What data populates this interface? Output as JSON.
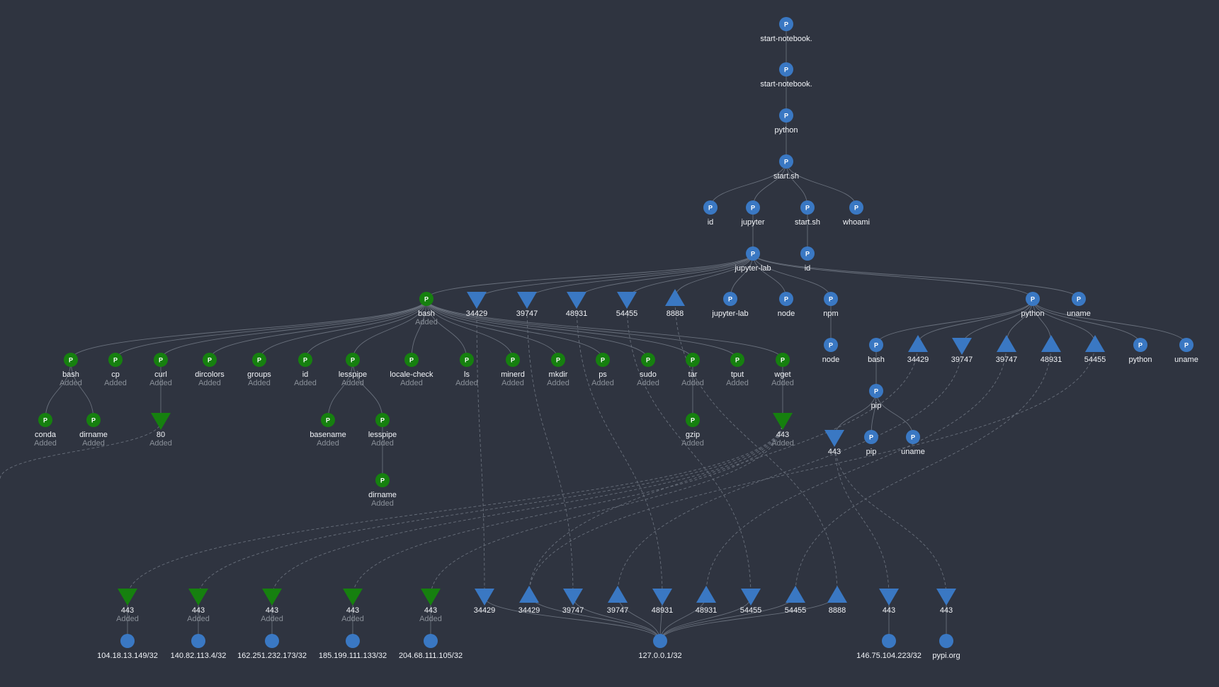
{
  "colors": {
    "background": "#2f3440",
    "existing": "#3a78c3",
    "added": "#16800f",
    "edge": "#69707c",
    "text": "#f2f4f8",
    "status_text": "#8a9099"
  },
  "graph": {
    "nodes": [
      {
        "id": "n1",
        "type": "process",
        "label": "start-notebook.",
        "status": ""
      },
      {
        "id": "n2",
        "type": "process",
        "label": "start-notebook.",
        "status": ""
      },
      {
        "id": "n3",
        "type": "process",
        "label": "python",
        "status": ""
      },
      {
        "id": "n4",
        "type": "process",
        "label": "start.sh",
        "status": ""
      },
      {
        "id": "n5",
        "type": "process",
        "label": "id",
        "status": ""
      },
      {
        "id": "n6",
        "type": "process",
        "label": "jupyter",
        "status": ""
      },
      {
        "id": "n7",
        "type": "process",
        "label": "start.sh",
        "status": ""
      },
      {
        "id": "n8",
        "type": "process",
        "label": "whoami",
        "status": ""
      },
      {
        "id": "n9",
        "type": "process",
        "label": "jupyter-lab",
        "status": ""
      },
      {
        "id": "n10",
        "type": "process",
        "label": "id",
        "status": ""
      },
      {
        "id": "n11",
        "type": "process",
        "label": "bash",
        "status": "Added"
      },
      {
        "id": "n12",
        "type": "port-out",
        "label": "34429",
        "status": ""
      },
      {
        "id": "n13",
        "type": "port-out",
        "label": "39747",
        "status": ""
      },
      {
        "id": "n14",
        "type": "port-out",
        "label": "48931",
        "status": ""
      },
      {
        "id": "n15",
        "type": "port-out",
        "label": "54455",
        "status": ""
      },
      {
        "id": "n16",
        "type": "port-in",
        "label": "8888",
        "status": ""
      },
      {
        "id": "n17",
        "type": "process",
        "label": "jupyter-lab",
        "status": ""
      },
      {
        "id": "n18",
        "type": "process",
        "label": "node",
        "status": ""
      },
      {
        "id": "n19",
        "type": "process",
        "label": "npm",
        "status": ""
      },
      {
        "id": "n20",
        "type": "process",
        "label": "python",
        "status": ""
      },
      {
        "id": "n21",
        "type": "process",
        "label": "uname",
        "status": ""
      },
      {
        "id": "n22",
        "type": "process",
        "label": "bash",
        "status": "Added"
      },
      {
        "id": "n23",
        "type": "process",
        "label": "cp",
        "status": "Added"
      },
      {
        "id": "n24",
        "type": "process",
        "label": "curl",
        "status": "Added"
      },
      {
        "id": "n25",
        "type": "process",
        "label": "dircolors",
        "status": "Added"
      },
      {
        "id": "n26",
        "type": "process",
        "label": "groups",
        "status": "Added"
      },
      {
        "id": "n27",
        "type": "process",
        "label": "id",
        "status": "Added"
      },
      {
        "id": "n28",
        "type": "process",
        "label": "lesspipe",
        "status": "Added"
      },
      {
        "id": "n29",
        "type": "process",
        "label": "locale-check",
        "status": "Added"
      },
      {
        "id": "n30",
        "type": "process",
        "label": "ls",
        "status": "Added"
      },
      {
        "id": "n31",
        "type": "process",
        "label": "minerd",
        "status": "Added"
      },
      {
        "id": "n32",
        "type": "process",
        "label": "mkdir",
        "status": "Added"
      },
      {
        "id": "n33",
        "type": "process",
        "label": "ps",
        "status": "Added"
      },
      {
        "id": "n34",
        "type": "process",
        "label": "sudo",
        "status": "Added"
      },
      {
        "id": "n35",
        "type": "process",
        "label": "tar",
        "status": "Added"
      },
      {
        "id": "n36",
        "type": "process",
        "label": "tput",
        "status": "Added"
      },
      {
        "id": "n37",
        "type": "process",
        "label": "wget",
        "status": "Added"
      },
      {
        "id": "n38",
        "type": "process",
        "label": "node",
        "status": ""
      },
      {
        "id": "n39",
        "type": "process",
        "label": "bash",
        "status": ""
      },
      {
        "id": "n40",
        "type": "port-in",
        "label": "34429",
        "status": ""
      },
      {
        "id": "n41",
        "type": "port-out",
        "label": "39747",
        "status": ""
      },
      {
        "id": "n42",
        "type": "port-in",
        "label": "39747",
        "status": ""
      },
      {
        "id": "n43",
        "type": "port-in",
        "label": "48931",
        "status": ""
      },
      {
        "id": "n44",
        "type": "port-in",
        "label": "54455",
        "status": ""
      },
      {
        "id": "n45",
        "type": "process",
        "label": "python",
        "status": ""
      },
      {
        "id": "n46",
        "type": "process",
        "label": "uname",
        "status": ""
      },
      {
        "id": "n47",
        "type": "process",
        "label": "conda",
        "status": "Added"
      },
      {
        "id": "n48",
        "type": "process",
        "label": "dirname",
        "status": "Added"
      },
      {
        "id": "n49",
        "type": "port-out",
        "label": "80",
        "status": "Added"
      },
      {
        "id": "n50",
        "type": "process",
        "label": "basename",
        "status": "Added"
      },
      {
        "id": "n51",
        "type": "process",
        "label": "lesspipe",
        "status": "Added"
      },
      {
        "id": "n52",
        "type": "process",
        "label": "gzip",
        "status": "Added"
      },
      {
        "id": "n53",
        "type": "port-out",
        "label": "443",
        "status": "Added"
      },
      {
        "id": "n54",
        "type": "process",
        "label": "pip",
        "status": ""
      },
      {
        "id": "n55",
        "type": "process",
        "label": "dirname",
        "status": "Added"
      },
      {
        "id": "n56",
        "type": "port-out",
        "label": "443",
        "status": ""
      },
      {
        "id": "n57",
        "type": "process",
        "label": "pip",
        "status": ""
      },
      {
        "id": "n58",
        "type": "process",
        "label": "uname",
        "status": ""
      },
      {
        "id": "n59",
        "type": "port-out",
        "label": "443",
        "status": "Added"
      },
      {
        "id": "n60",
        "type": "port-out",
        "label": "443",
        "status": "Added"
      },
      {
        "id": "n61",
        "type": "port-out",
        "label": "443",
        "status": "Added"
      },
      {
        "id": "n62",
        "type": "port-out",
        "label": "443",
        "status": "Added"
      },
      {
        "id": "n63",
        "type": "port-out",
        "label": "443",
        "status": "Added"
      },
      {
        "id": "n64",
        "type": "port-out",
        "label": "34429",
        "status": ""
      },
      {
        "id": "n65",
        "type": "port-in",
        "label": "34429",
        "status": ""
      },
      {
        "id": "n66",
        "type": "port-out",
        "label": "39747",
        "status": ""
      },
      {
        "id": "n67",
        "type": "port-in",
        "label": "39747",
        "status": ""
      },
      {
        "id": "n68",
        "type": "port-out",
        "label": "48931",
        "status": ""
      },
      {
        "id": "n69",
        "type": "port-in",
        "label": "48931",
        "status": ""
      },
      {
        "id": "n70",
        "type": "port-out",
        "label": "54455",
        "status": ""
      },
      {
        "id": "n71",
        "type": "port-in",
        "label": "54455",
        "status": ""
      },
      {
        "id": "n72",
        "type": "port-in",
        "label": "8888",
        "status": ""
      },
      {
        "id": "n73",
        "type": "port-out",
        "label": "443",
        "status": ""
      },
      {
        "id": "n74",
        "type": "port-out",
        "label": "443",
        "status": ""
      },
      {
        "id": "n75",
        "type": "ip",
        "label": "104.18.13.149/32",
        "status": ""
      },
      {
        "id": "n76",
        "type": "ip",
        "label": "140.82.113.4/32",
        "status": ""
      },
      {
        "id": "n77",
        "type": "ip",
        "label": "162.251.232.173/32",
        "status": ""
      },
      {
        "id": "n78",
        "type": "ip",
        "label": "185.199.111.133/32",
        "status": ""
      },
      {
        "id": "n79",
        "type": "ip",
        "label": "204.68.111.105/32",
        "status": ""
      },
      {
        "id": "n80",
        "type": "ip",
        "label": "127.0.0.1/32",
        "status": ""
      },
      {
        "id": "n81",
        "type": "ip",
        "label": "146.75.104.223/32",
        "status": ""
      },
      {
        "id": "n82",
        "type": "ip",
        "label": "pypi.org",
        "status": ""
      }
    ],
    "edges": [
      [
        "n1",
        "n2"
      ],
      [
        "n2",
        "n3"
      ],
      [
        "n3",
        "n4"
      ],
      [
        "n4",
        "n5"
      ],
      [
        "n4",
        "n6"
      ],
      [
        "n4",
        "n7"
      ],
      [
        "n4",
        "n8"
      ],
      [
        "n6",
        "n9"
      ],
      [
        "n7",
        "n10"
      ],
      [
        "n9",
        "n11"
      ],
      [
        "n9",
        "n12"
      ],
      [
        "n9",
        "n13"
      ],
      [
        "n9",
        "n14"
      ],
      [
        "n9",
        "n15"
      ],
      [
        "n9",
        "n16"
      ],
      [
        "n9",
        "n17"
      ],
      [
        "n9",
        "n18"
      ],
      [
        "n9",
        "n19"
      ],
      [
        "n9",
        "n20"
      ],
      [
        "n9",
        "n21"
      ],
      [
        "n11",
        "n22"
      ],
      [
        "n11",
        "n23"
      ],
      [
        "n11",
        "n24"
      ],
      [
        "n11",
        "n25"
      ],
      [
        "n11",
        "n26"
      ],
      [
        "n11",
        "n27"
      ],
      [
        "n11",
        "n28"
      ],
      [
        "n11",
        "n29"
      ],
      [
        "n11",
        "n30"
      ],
      [
        "n11",
        "n31"
      ],
      [
        "n11",
        "n32"
      ],
      [
        "n11",
        "n33"
      ],
      [
        "n11",
        "n34"
      ],
      [
        "n11",
        "n35"
      ],
      [
        "n11",
        "n36"
      ],
      [
        "n11",
        "n37"
      ],
      [
        "n19",
        "n38"
      ],
      [
        "n20",
        "n39"
      ],
      [
        "n20",
        "n40"
      ],
      [
        "n20",
        "n41"
      ],
      [
        "n20",
        "n42"
      ],
      [
        "n20",
        "n43"
      ],
      [
        "n20",
        "n44"
      ],
      [
        "n20",
        "n45"
      ],
      [
        "n20",
        "n46"
      ],
      [
        "n22",
        "n47"
      ],
      [
        "n22",
        "n48"
      ],
      [
        "n24",
        "n49"
      ],
      [
        "n28",
        "n50"
      ],
      [
        "n28",
        "n51"
      ],
      [
        "n35",
        "n52"
      ],
      [
        "n37",
        "n53"
      ],
      [
        "n39",
        "n54"
      ],
      [
        "n51",
        "n55"
      ],
      [
        "n54",
        "n56"
      ],
      [
        "n54",
        "n57"
      ],
      [
        "n54",
        "n58"
      ],
      [
        "n59",
        "n75"
      ],
      [
        "n60",
        "n76"
      ],
      [
        "n61",
        "n77"
      ],
      [
        "n62",
        "n78"
      ],
      [
        "n63",
        "n79"
      ],
      [
        "n64",
        "n80"
      ],
      [
        "n65",
        "n80"
      ],
      [
        "n66",
        "n80"
      ],
      [
        "n67",
        "n80"
      ],
      [
        "n68",
        "n80"
      ],
      [
        "n69",
        "n80"
      ],
      [
        "n70",
        "n80"
      ],
      [
        "n71",
        "n80"
      ],
      [
        "n72",
        "n80"
      ],
      [
        "n73",
        "n81"
      ],
      [
        "n74",
        "n82"
      ]
    ],
    "links": [
      [
        "n12",
        "n64"
      ],
      [
        "n13",
        "n66"
      ],
      [
        "n14",
        "n68"
      ],
      [
        "n15",
        "n70"
      ],
      [
        "n16",
        "n72"
      ],
      [
        "n40",
        "n65"
      ],
      [
        "n41",
        "n67"
      ],
      [
        "n42",
        "n69"
      ],
      [
        "n43",
        "n71"
      ],
      [
        "n44",
        "n65"
      ],
      [
        "n53",
        "n59"
      ],
      [
        "n53",
        "n60"
      ],
      [
        "n53",
        "n61"
      ],
      [
        "n53",
        "n62"
      ],
      [
        "n53",
        "n63"
      ],
      [
        "n56",
        "n73"
      ],
      [
        "n56",
        "n74"
      ],
      [
        "n49",
        "offscreen"
      ]
    ]
  }
}
